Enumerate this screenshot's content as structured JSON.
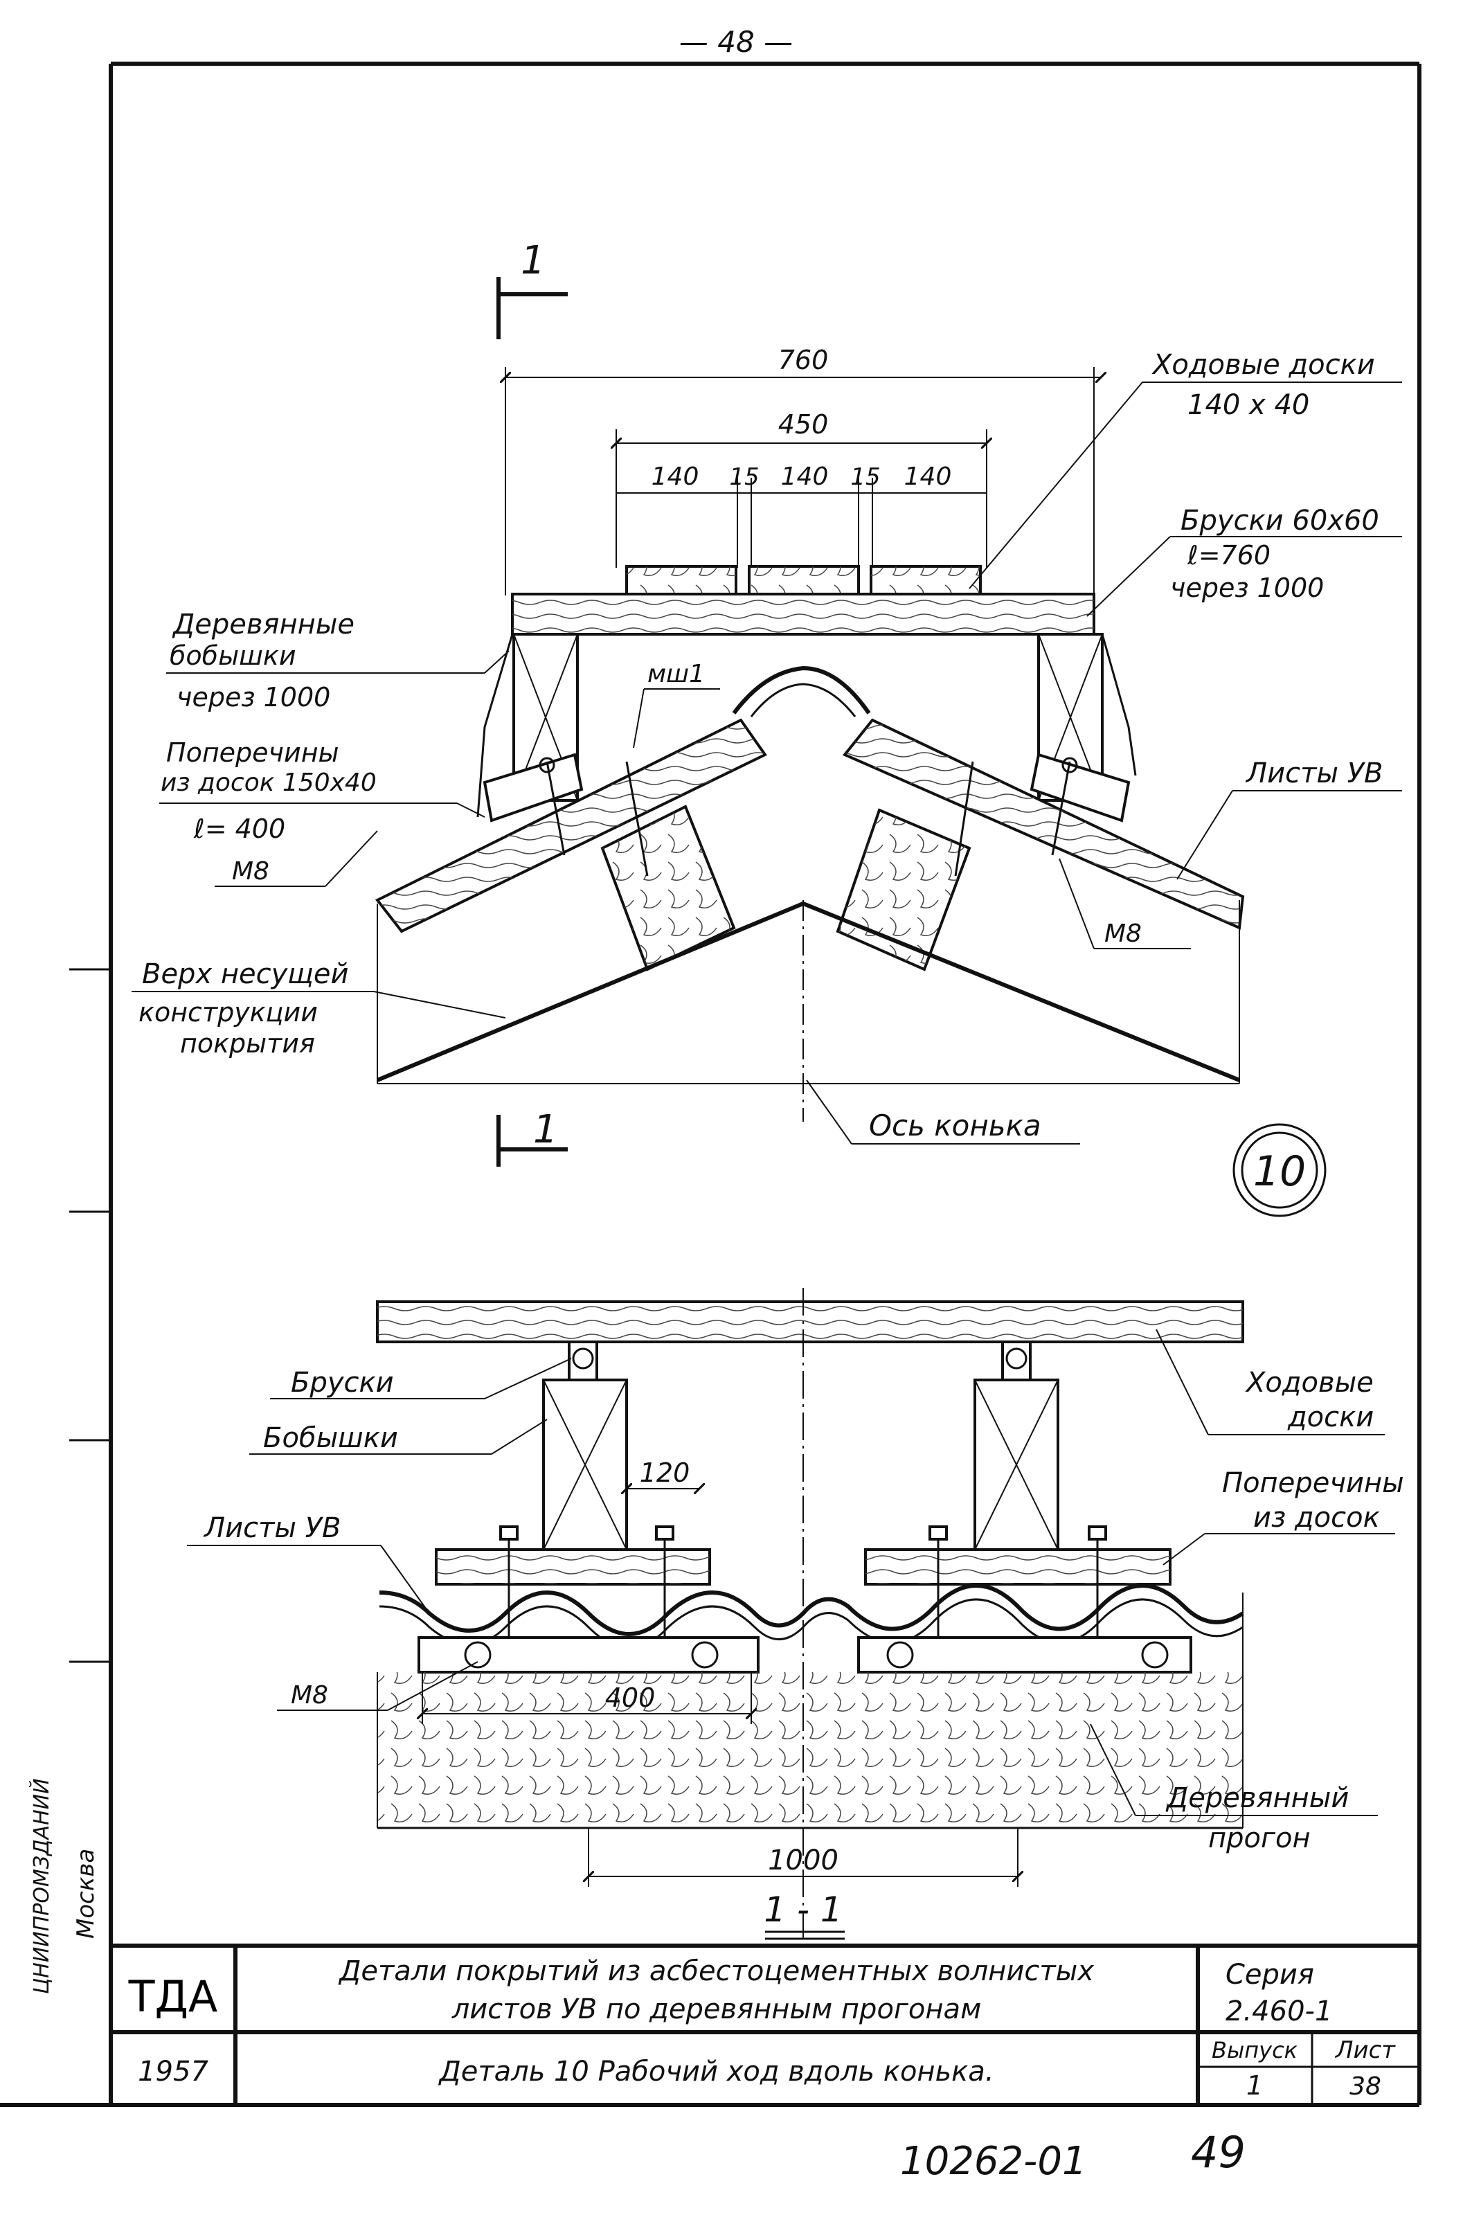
{
  "page_number": "— 48 —",
  "drawing": {
    "top": {
      "section_mark": "1",
      "dims": {
        "overall": "760",
        "inner": "450",
        "b1": "140",
        "g1": "15",
        "b2": "140",
        "g2": "15",
        "b3": "140"
      },
      "labels": {
        "walkway_boards_1": "Ходовые доски",
        "walkway_boards_2": "140 х 40",
        "bars_1": "Бруски 60х60",
        "bars_2": "ℓ=760",
        "bars_3": "через 1000",
        "blocks_1": "Деревянные",
        "blocks_2": "бобышки",
        "blocks_3": "через 1000",
        "crossbars_1": "Поперечины",
        "crossbars_2": "из досок 150х40",
        "crossbars_3": "ℓ= 400",
        "m8_left": "М8",
        "msh1": "мш1",
        "sheets_uv": "Листы УВ",
        "m8_right": "М8",
        "top_struct_1": "Верх несущей",
        "top_struct_2": "конструкции",
        "top_struct_3": "покрытия",
        "ridge_axis": "Ось конька",
        "detail_number": "10"
      }
    },
    "bottom": {
      "labels": {
        "bars": "Бруски",
        "blocks": "Бобышки",
        "sheets_uv": "Листы УВ",
        "dim_120": "120",
        "m8": "М8",
        "dim_400": "400",
        "dim_1000": "1000",
        "walkway_1": "Ходовые",
        "walkway_2": "доски",
        "crossbars_1": "Поперечины",
        "crossbars_2": "из досок",
        "purlin_1": "Деревянный",
        "purlin_2": "прогон"
      },
      "section_title": "1 - 1"
    }
  },
  "side_stamps": [
    "ЦНИИПРОМЗДАНИЙ",
    "Москва"
  ],
  "title_block": {
    "org": "ТДА",
    "title_line1": "Детали покрытий из асбестоцементных волнистых",
    "title_line2": "листов УВ по деревянным прогонам",
    "series_label": "Серия",
    "series_value": "2.460-1",
    "year": "1957",
    "detail_caption": "Деталь 10 Рабочий ход вдоль конька.",
    "issue_label": "Выпуск",
    "issue_value": "1",
    "sheet_label": "Лист",
    "sheet_value": "38"
  },
  "archive_number": "10262-01",
  "archive_page": "49"
}
